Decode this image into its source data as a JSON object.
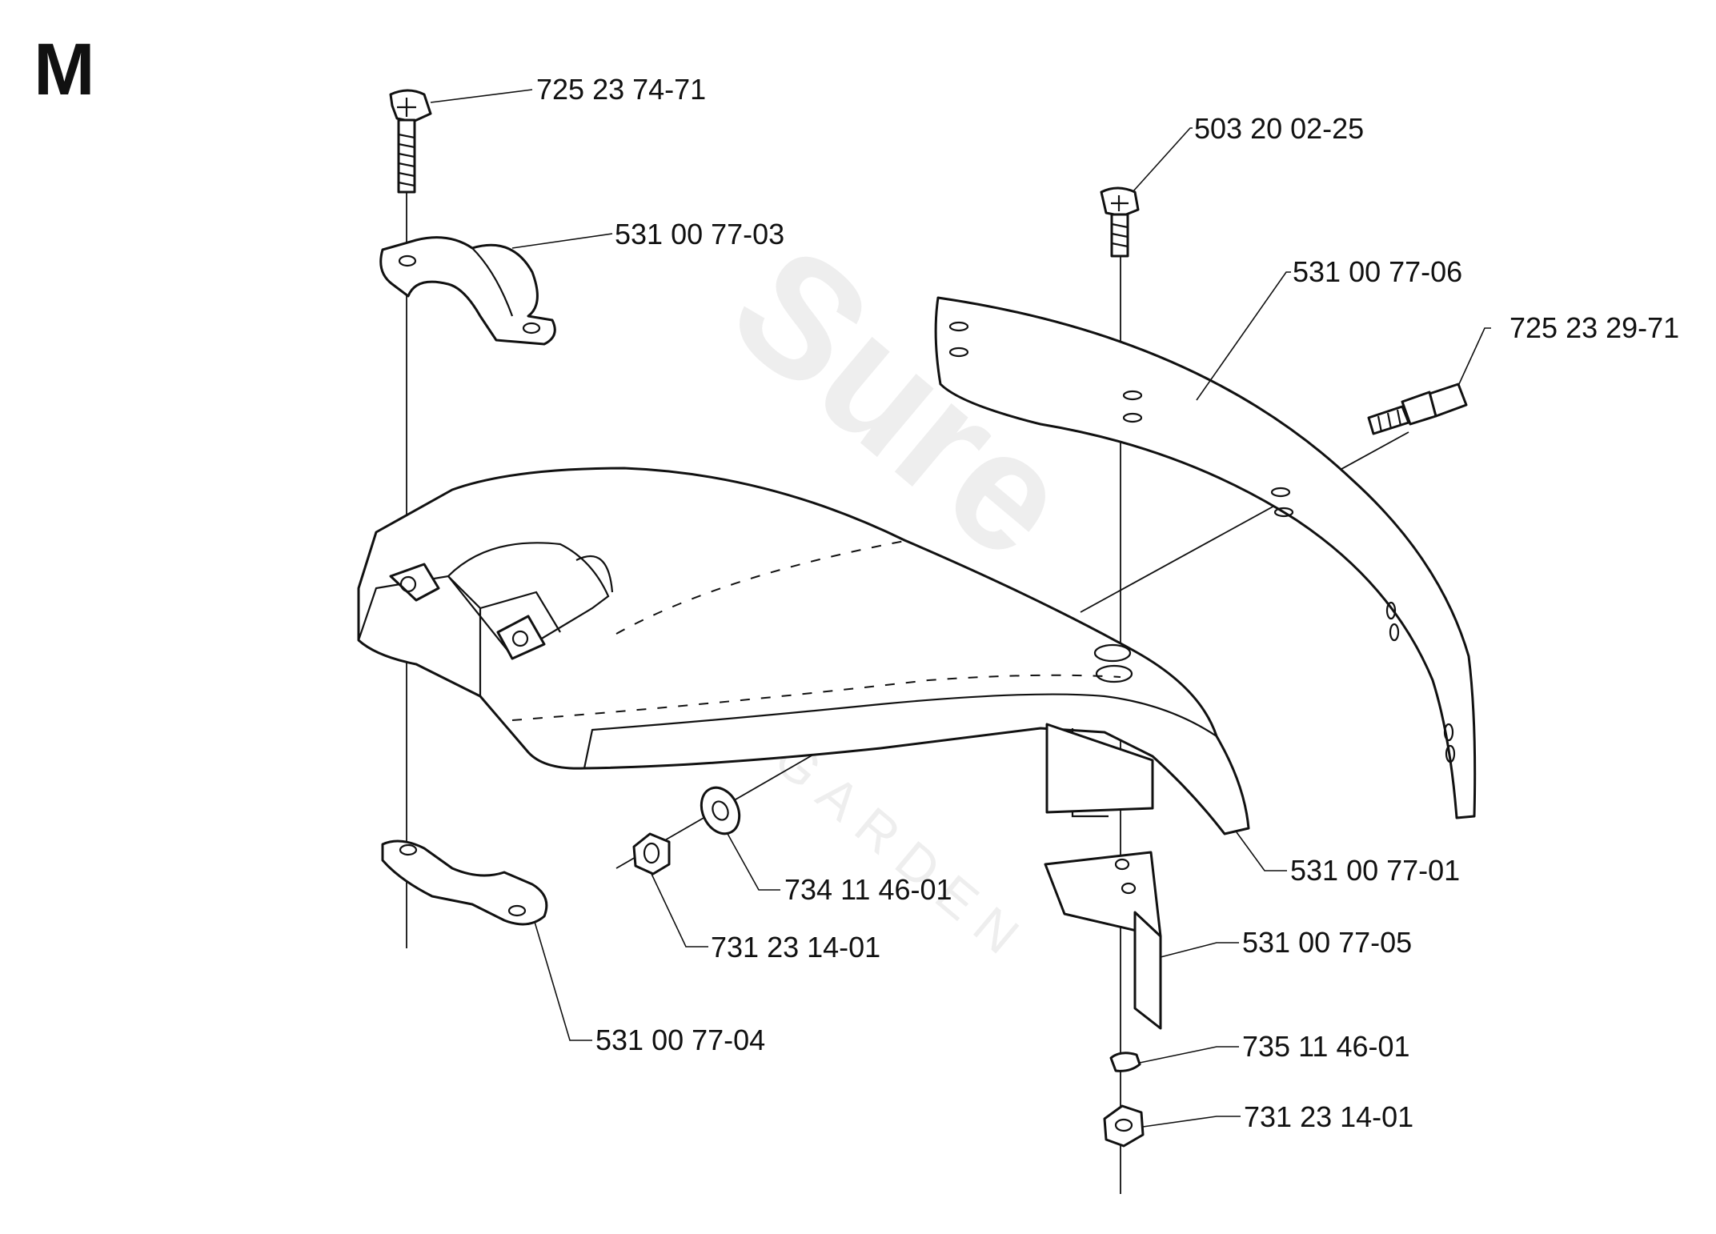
{
  "diagram": {
    "section_letter": "M",
    "watermark": {
      "brand": "Sure",
      "sub": "GARDEN"
    },
    "parts": [
      {
        "id": "screw-top-left",
        "number": "725  23 74-71"
      },
      {
        "id": "clamp-upper",
        "number": "531 00 77-03"
      },
      {
        "id": "screw-top-right",
        "number": "503 20 02-25"
      },
      {
        "id": "guard-extension",
        "number": "531 00 77-06"
      },
      {
        "id": "flange-bolt",
        "number": "725 23 29-71"
      },
      {
        "id": "washer",
        "number": "734 11 46-01"
      },
      {
        "id": "nut-left",
        "number": "731 23 14-01"
      },
      {
        "id": "guard-main",
        "number": "531 00 77-01"
      },
      {
        "id": "bracket",
        "number": "531 00 77-05"
      },
      {
        "id": "clamp-lower",
        "number": "531 00 77-04"
      },
      {
        "id": "spring-washer",
        "number": "735 11 46-01"
      },
      {
        "id": "nut-right",
        "number": "731 23 14-01"
      }
    ]
  }
}
